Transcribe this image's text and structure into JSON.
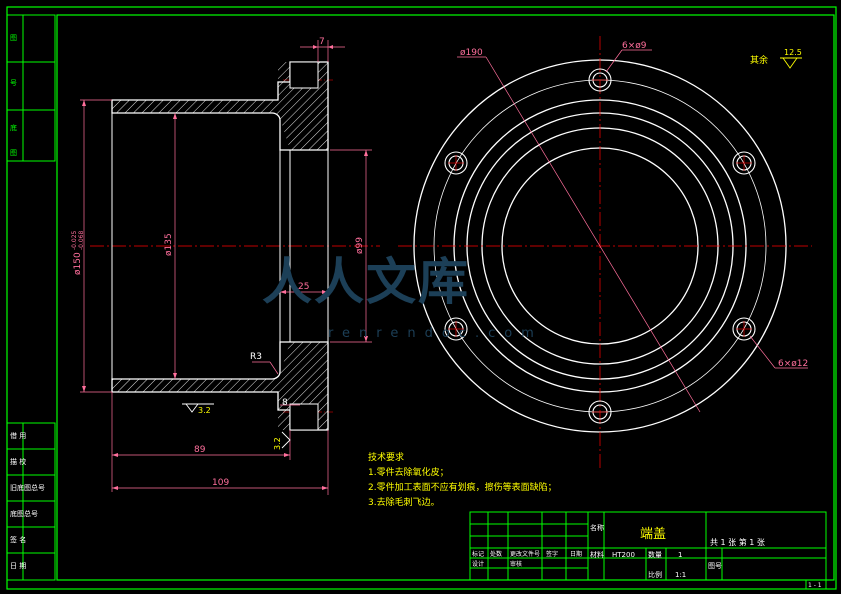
{
  "colors": {
    "frame": "#00ff00",
    "part": "#ffffff",
    "dimension": "#ff6f9c",
    "centerline": "#ff0000",
    "notes": "#ffff00",
    "hatch": "#ffffff"
  },
  "dimensions": {
    "flange_thickness": "7",
    "outer_dia_left": "ø150",
    "outer_tol_upper": "-0.025",
    "outer_tol_lower": "-0.068",
    "inner_dia": "ø135",
    "bore_dia": "ø99",
    "step_len": "25",
    "fillet": "R3",
    "shoulder": "8",
    "len_89": "89",
    "len_109": "109",
    "bolt_circle": "ø190",
    "holes_top": "6×ø9",
    "holes_right": "6×ø12",
    "roughness_left": "3.2",
    "roughness_face": "3.2",
    "roughness_other": "12.5",
    "other_label": "其余"
  },
  "tech_notes": {
    "title": "技术要求",
    "items": [
      "1.零件去除氧化皮；",
      "2.零件加工表面不应有划痕，擦伤等表面缺陷；",
      "3.去除毛刺飞边。"
    ]
  },
  "left_strip": [
    "借 用",
    "描 校",
    "旧底图总号",
    "底图总号",
    "签 名",
    "日 期"
  ],
  "title_block": {
    "part_name": "端盖",
    "material": "HT200",
    "qty": "1",
    "scale": "1:1",
    "name_label": "名称",
    "material_label": "材料",
    "qty_label": "数量",
    "scale_label": "比例",
    "sheet_info": "共 1 张   第 1 张",
    "sign_headers": [
      "标记",
      "处数",
      "更改文件号",
      "签字",
      "日期"
    ],
    "design_label": "设计",
    "review_label": "审核",
    "graph_label": "图号"
  },
  "watermark": {
    "text": "人人文库",
    "url": "renrendoc.com"
  },
  "page_corner": "1 - 1"
}
